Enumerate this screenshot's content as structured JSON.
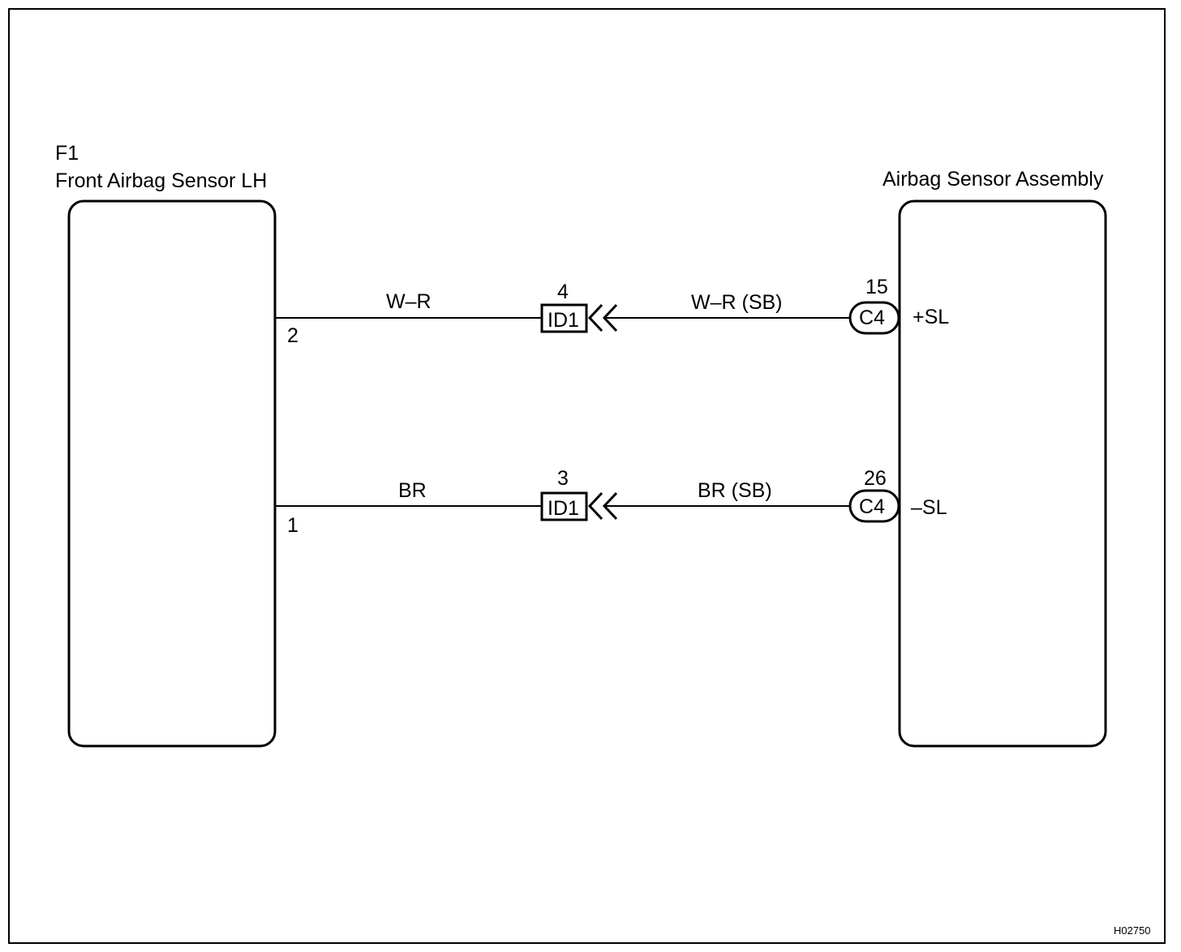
{
  "left_component": {
    "code": "F1",
    "name": "Front Airbag Sensor LH"
  },
  "right_component": {
    "name": "Airbag Sensor Assembly"
  },
  "circuits": [
    {
      "left_pin": "2",
      "left_wire": "W–R",
      "junction_pin": "4",
      "junction_connector": "ID1",
      "right_wire": "W–R (SB)",
      "right_pin": "15",
      "right_connector": "C4",
      "terminal": "+SL"
    },
    {
      "left_pin": "1",
      "left_wire": "BR",
      "junction_pin": "3",
      "junction_connector": "ID1",
      "right_wire": "BR (SB)",
      "right_pin": "26",
      "right_connector": "C4",
      "terminal": "–SL"
    }
  ],
  "figure_id": "H02750"
}
